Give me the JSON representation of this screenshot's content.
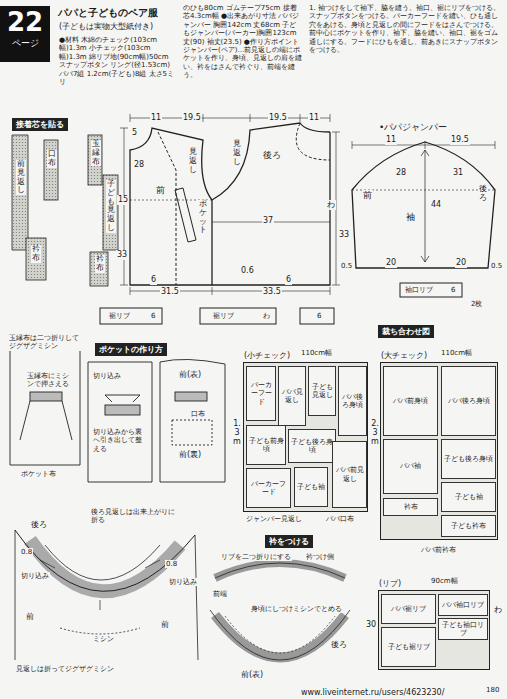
{
  "diagram": {
    "title": "パパと子どものペア服",
    "nodes": [
      {
        "text": [
          "22",
          "ページ"
        ]
      },
      {
        "text": [
          "接着芯を貼る"
        ]
      },
      {
        "text": [
          "ポケットの作り方"
        ]
      },
      {
        "text": [
          "衿をつける"
        ]
      },
      {
        "text": [
          "裁ち合わせ図"
        ]
      },
      {
        "text": [
          "(小チェック)"
        ]
      },
      {
        "text": [
          "パーカーフード"
        ],
        "in": 5
      },
      {
        "text": [
          "パパ見返し"
        ],
        "in": 5
      },
      {
        "text": [
          "子ども見返し"
        ],
        "in": 5
      },
      {
        "text": [
          "パパ後ろ身頃"
        ],
        "in": 5
      },
      {
        "text": [
          "子ども前身頃"
        ],
        "in": 5
      },
      {
        "text": [
          "子ども後ろ身頃"
        ],
        "in": 5
      },
      {
        "text": [
          "パーカーフード"
        ],
        "in": 5
      },
      {
        "text": [
          "子ども袖"
        ],
        "in": 5
      },
      {
        "text": [
          "パパ前見返し"
        ],
        "in": 5
      },
      {
        "text": [
          "(大チェック)"
        ]
      },
      {
        "text": [
          "パパ前身頃"
        ],
        "in": 15
      },
      {
        "text": [
          "パパ後ろ身頃"
        ],
        "in": 15
      },
      {
        "text": [
          "パパ袖"
        ],
        "in": 15
      },
      {
        "text": [
          "子ども後ろ身頃"
        ],
        "in": 15
      },
      {
        "text": [
          "子ども袖"
        ],
        "in": 15
      },
      {
        "text": [
          "衿布"
        ],
        "in": 15
      },
      {
        "text": [
          "子ども衿布"
        ],
        "in": 15
      },
      {
        "text": [
          "(リブ)"
        ]
      },
      {
        "text": [
          "パパ裾リブ"
        ],
        "in": 23
      },
      {
        "text": [
          "パパ袖口リブ"
        ],
        "in": 23
      },
      {
        "text": [
          "子ども袖口リブ"
        ],
        "in": 23
      },
      {
        "text": [
          "子ども裾リブ"
        ],
        "in": 23
      }
    ],
    "labels": [
      "(子どもは実物大型紙付き)",
      "●材料 木綿のチェック(103cm幅)1.3m 小チェック(103cm幅)1.3m 綿リブ地(90cm幅)50cm スナップボタン リング(径1.53cm) パパ7組 1.2cm(子ども)8組 太さ5ミリ",
      "のひも80cm ゴムテープ75cm 接着芯4.3cm幅 ●出来あがり寸法 パパジャンパー 胸囲142cm 丈68cm 子どもジャンパー(パーカー)胸囲123cm 丈(90) 袖丈(23.5) ●作り方ポイント ジャンパー(ペア)…前見返しの端にポケットを作り、身頃、見返しの肩を縫い、衿をはさんで衿ぐり、前端を縫う。",
      "1. 袖つけをして袖下、脇を縫う。袖口、裾にリブをつける。スナップボタンをつける。パーカーフードを縫い、ひも通し穴をあける。身頃と見返しの間にフードをはさんでつける。前中心にポケットを作り、袖下、脇を縫い、袖口、裾をゴム通しにする。フードにひもを通し、前あきにスナップボタンをつける。",
      "11",
      "19.5",
      "19.5",
      "11",
      "5",
      "28",
      "15",
      "33",
      "前",
      "見返し",
      "ポケット",
      "後ろ",
      "見返し",
      "37",
      "わ",
      "33",
      "0.6",
      "6",
      "6",
      "31.5",
      "33.5",
      "裾リブ",
      "6",
      "裾リブ",
      "わ",
      "6",
      "•パパジャンパー",
      "11",
      "19.5",
      "28",
      "31",
      "前",
      "後ろ",
      "袖",
      "44",
      "0.5",
      "20",
      "20",
      "0.5",
      "袖口リブ",
      "6",
      "2枚",
      "前見返し",
      "口布",
      "玉縁布",
      "子ども見返し",
      "衿布",
      "衿布",
      "玉縁布は二つ折りしてジグザグミシン",
      "玉縁布にミシンで押さえる",
      "切り込み",
      "切り込みから裏へ引き出して整える",
      "前(表)",
      "前(裏)",
      "口布",
      "ポケット布",
      "110cm幅",
      "1.3m",
      "ジャンパー見返し",
      "パパ口布",
      "110cm幅",
      "2.3m",
      "パパ前衿布",
      "90cm幅",
      "わ",
      "30",
      "後ろ見返しは出来上がりに折る",
      "後ろ",
      "0.8",
      "切り込み",
      "0.8",
      "切り込み",
      "前",
      "前",
      "ミシン",
      "見返しは折ってジグザグミシン",
      "リブを二つ折りにする",
      "衿つけ側",
      "前端",
      "身頃にしつけミシンでとめる",
      "前(表)",
      "後ろ",
      "www.liveinternet.ru/users/4623230/",
      "180"
    ]
  }
}
